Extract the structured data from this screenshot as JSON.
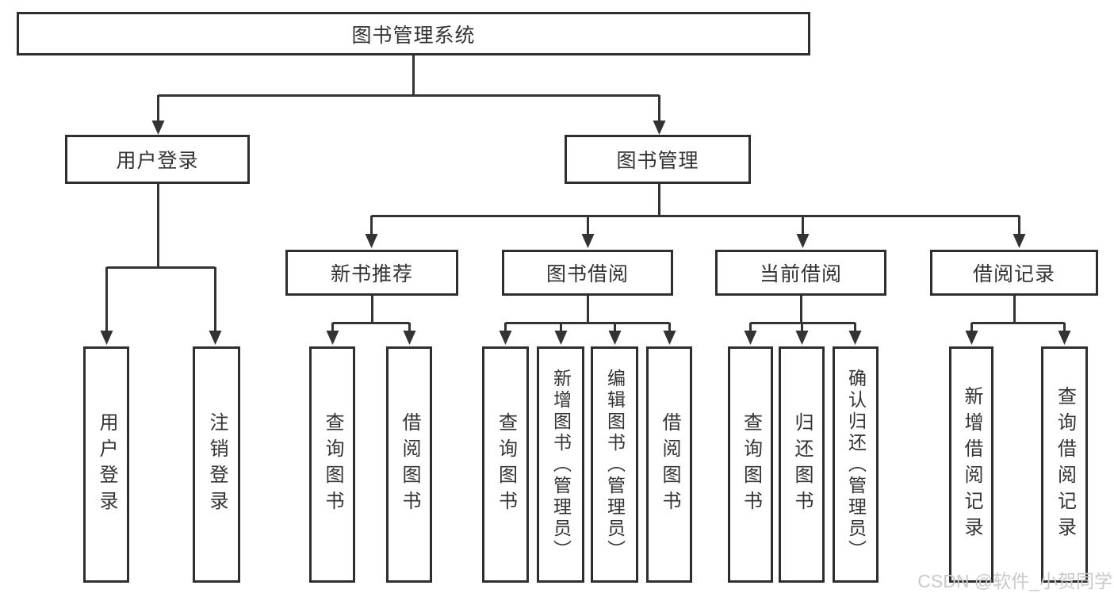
{
  "background": "#ffffff",
  "colors": {
    "line": "#333333",
    "box_border": "#2e2e2e",
    "text": "#333333",
    "watermark": "#c9c9c9"
  },
  "watermark": "CSDN @软件_小贺同学",
  "tree": {
    "root": {
      "label": "图书管理系统"
    },
    "branches": [
      {
        "label": "用户登录",
        "children": [
          {
            "label": "用户登录"
          },
          {
            "label": "注销登录"
          }
        ]
      },
      {
        "label": "图书管理",
        "children": [
          {
            "label": "新书推荐",
            "children": [
              {
                "label": "查询图书"
              },
              {
                "label": "借阅图书"
              }
            ]
          },
          {
            "label": "图书借阅",
            "children": [
              {
                "label": "查询图书"
              },
              {
                "label": "新增图书（管理员）"
              },
              {
                "label": "编辑图书（管理员）"
              },
              {
                "label": "借阅图书"
              }
            ]
          },
          {
            "label": "当前借阅",
            "children": [
              {
                "label": "查询图书"
              },
              {
                "label": "归还图书"
              },
              {
                "label": "确认归还（管理员）"
              }
            ]
          },
          {
            "label": "借阅记录",
            "children": [
              {
                "label": "新增借阅记录"
              },
              {
                "label": "查询借阅记录"
              }
            ]
          }
        ]
      }
    ]
  }
}
